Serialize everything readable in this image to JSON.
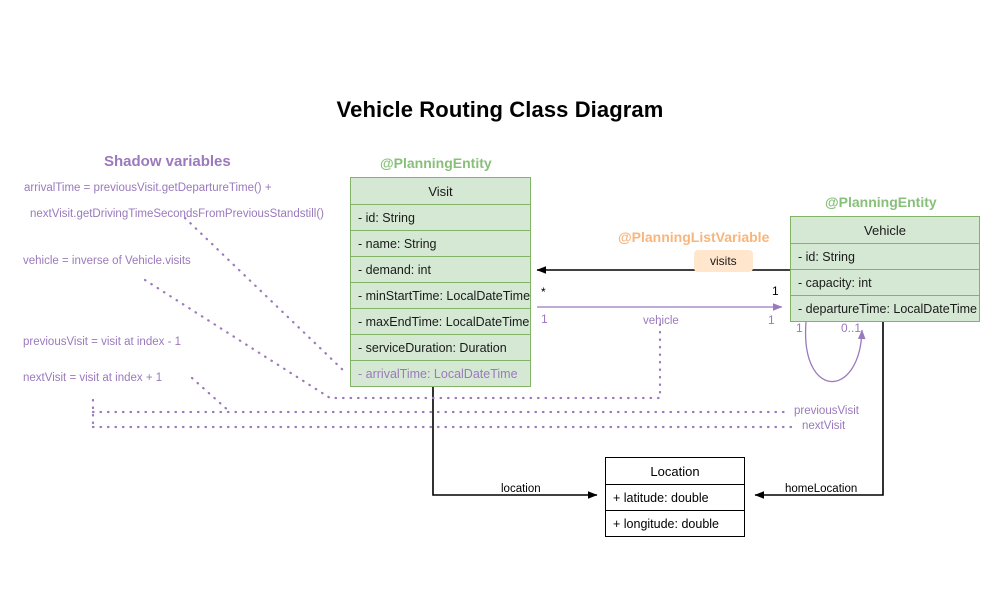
{
  "diagram": {
    "title": "Vehicle Routing Class Diagram",
    "colors": {
      "entity_fill": "#d5e8d4",
      "entity_border": "#82b366",
      "stereotype_green": "#88c07a",
      "stereotype_orange": "#f8b57c",
      "shadow_purple": "#9a79bd",
      "badge_fill": "#ffe6cc",
      "line_black": "#000000",
      "plain_fill": "#ffffff"
    }
  },
  "shadow_panel": {
    "title": "Shadow variables",
    "lines": [
      "arrivalTime = previousVisit.getDepartureTime() +",
      "nextVisit.getDrivingTimeSecondsFromPreviousStandstill()",
      "vehicle = inverse of Vehicle.visits",
      "previousVisit = visit at index - 1",
      "nextVisit = visit at index + 1"
    ]
  },
  "classes": {
    "visit": {
      "stereotype": "@PlanningEntity",
      "name": "Visit",
      "attributes": [
        {
          "text": "- id: String",
          "shadow": false
        },
        {
          "text": "- name: String",
          "shadow": false
        },
        {
          "text": "- demand: int",
          "shadow": false
        },
        {
          "text": "- minStartTime: LocalDateTime",
          "shadow": false
        },
        {
          "text": "- maxEndTime: LocalDateTime",
          "shadow": false
        },
        {
          "text": "- serviceDuration: Duration",
          "shadow": false
        },
        {
          "text": "- arrivalTime: LocalDateTime",
          "shadow": true
        }
      ]
    },
    "vehicle": {
      "stereotype": "@PlanningEntity",
      "name": "Vehicle",
      "attributes": [
        {
          "text": "- id: String",
          "shadow": false
        },
        {
          "text": "- capacity: int",
          "shadow": false
        },
        {
          "text": "- departureTime: LocalDateTime",
          "shadow": false
        }
      ]
    },
    "location": {
      "stereotype": "",
      "name": "Location",
      "attributes": [
        {
          "text": "+ latitude: double",
          "shadow": false
        },
        {
          "text": "+ longitude: double",
          "shadow": false
        }
      ]
    }
  },
  "relations": {
    "visits": {
      "stereotype": "@PlanningListVariable",
      "badge": "visits",
      "source_mult": "*",
      "target_mult": "1"
    },
    "vehicle_ref": {
      "label": "vehicle",
      "source_mult": "1",
      "target_mult": "1"
    },
    "vehicle_self": {
      "source_mult": "1",
      "target_mult": "0..1"
    },
    "previous_visit": {
      "label": "previousVisit"
    },
    "next_visit": {
      "label": "nextVisit"
    },
    "location_ref": {
      "label": "location"
    },
    "home_location_ref": {
      "label": "homeLocation"
    }
  }
}
